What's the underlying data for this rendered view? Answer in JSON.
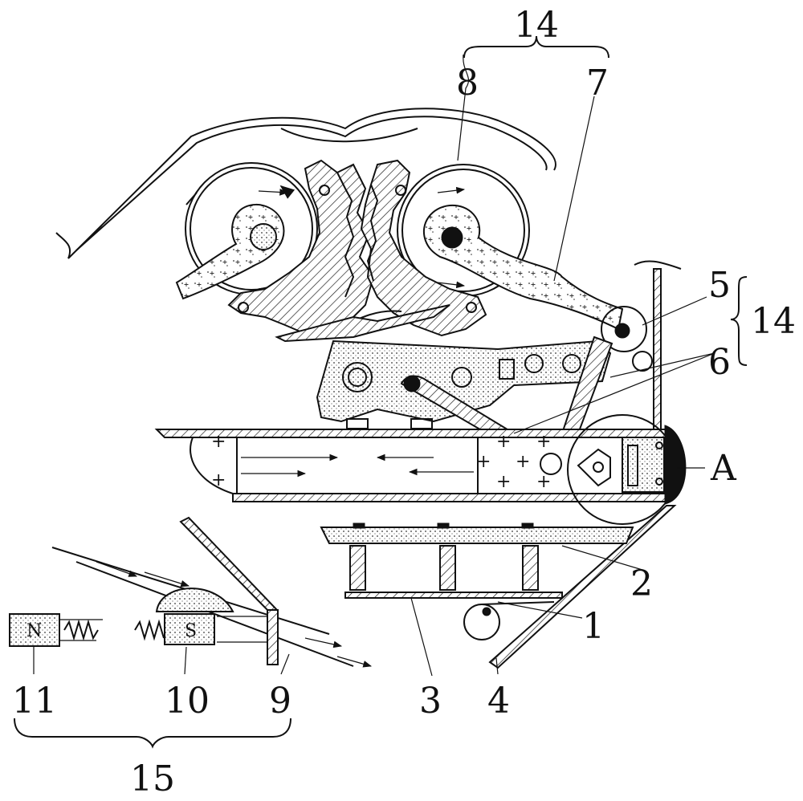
{
  "figure": {
    "labels": {
      "l1": "1",
      "l2": "2",
      "l3": "3",
      "l4": "4",
      "l5": "5",
      "l6": "6",
      "l7": "7",
      "l8": "8",
      "l9": "9",
      "l10": "10",
      "l11": "11",
      "l14a": "14",
      "l14b": "14",
      "l15": "15",
      "lA": "A"
    },
    "magnet_marks": {
      "north": "N",
      "south": "S"
    }
  }
}
